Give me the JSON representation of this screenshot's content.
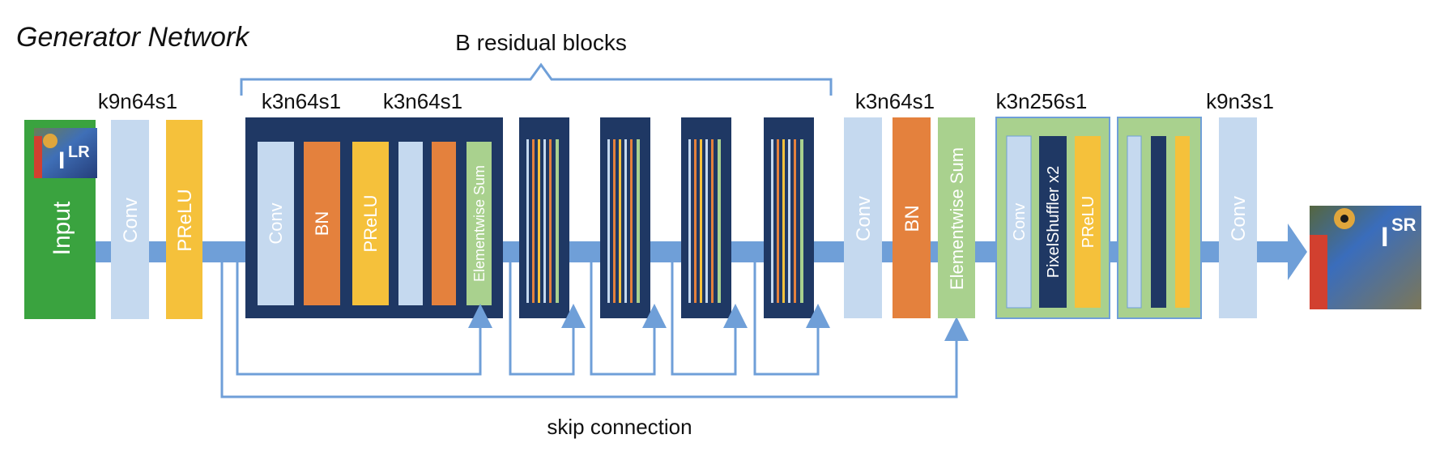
{
  "title": "Generator Network",
  "residual_blocks_label": "B residual blocks",
  "skip_label": "skip connection",
  "kernel_labels": {
    "conv_in": "k9n64s1",
    "res_conv1": "k3n64s1",
    "res_conv2": "k3n64s1",
    "post_conv": "k3n64s1",
    "upsample_conv": "k3n256s1",
    "conv_out": "k9n3s1"
  },
  "layers": {
    "input": "Input",
    "input_image_symbol": "I",
    "input_image_sub": "LR",
    "conv": "Conv",
    "prelu": "PReLU",
    "bn": "BN",
    "elementwise_sum": "Elementwise Sum",
    "pixel_shuffler": "PixelShuffler x2",
    "output_image_symbol": "I",
    "output_image_sub": "SR"
  },
  "colors": {
    "conv": "#c5d9ef",
    "prelu": "#f5c13b",
    "bn": "#e4813d",
    "sum": "#a9d18e",
    "dark_block": "#1f3864",
    "input": "#3aa33f",
    "arrow": "#6f9fd8",
    "bracket": "#6f9fd8"
  }
}
